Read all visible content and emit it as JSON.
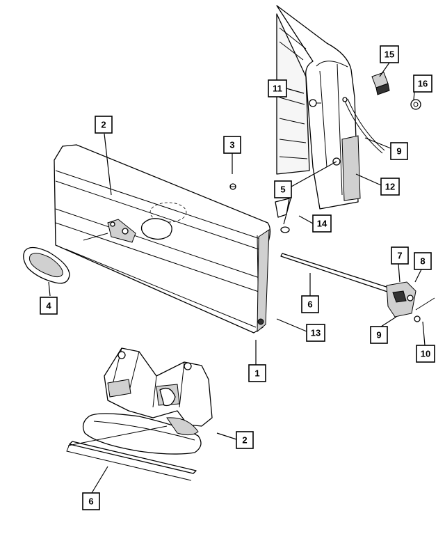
{
  "diagram": {
    "callouts": [
      {
        "id": "c1",
        "label": "1"
      },
      {
        "id": "c2a",
        "label": "2"
      },
      {
        "id": "c2b",
        "label": "2"
      },
      {
        "id": "c3",
        "label": "3"
      },
      {
        "id": "c4",
        "label": "4"
      },
      {
        "id": "c5",
        "label": "5"
      },
      {
        "id": "c6a",
        "label": "6"
      },
      {
        "id": "c6b",
        "label": "6"
      },
      {
        "id": "c7",
        "label": "7"
      },
      {
        "id": "c8",
        "label": "8"
      },
      {
        "id": "c9a",
        "label": "9"
      },
      {
        "id": "c9b",
        "label": "9"
      },
      {
        "id": "c10",
        "label": "10"
      },
      {
        "id": "c11",
        "label": "11"
      },
      {
        "id": "c12",
        "label": "12"
      },
      {
        "id": "c13",
        "label": "13"
      },
      {
        "id": "c14",
        "label": "14"
      },
      {
        "id": "c15",
        "label": "15"
      },
      {
        "id": "c16",
        "label": "16"
      }
    ]
  }
}
